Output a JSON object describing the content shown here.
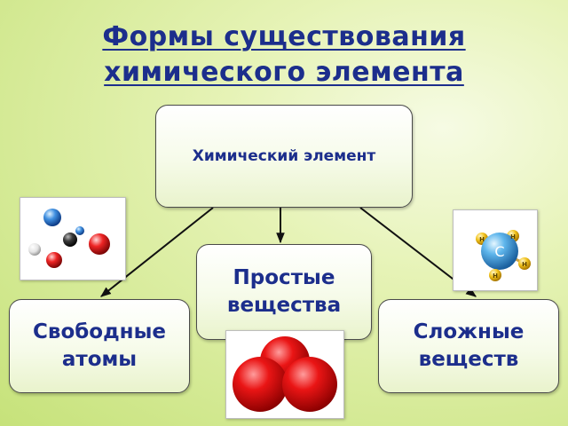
{
  "title": {
    "line1": "Формы существования",
    "line2": "химического элемента"
  },
  "nodes": {
    "element": "Химический элемент",
    "simple_line1": "Простые",
    "simple_line2": "вещества",
    "free_line1": "Свободные",
    "free_line2": "атомы",
    "complex_line1": "Сложные",
    "complex_line2": "веществ"
  },
  "molecule_right": {
    "center_atom": "C",
    "outer_atom": "H"
  },
  "colors": {
    "title": "#1c2e8c",
    "node_text": "#1c2e8c",
    "background": "#d6ea95",
    "arrow": "#111111"
  }
}
